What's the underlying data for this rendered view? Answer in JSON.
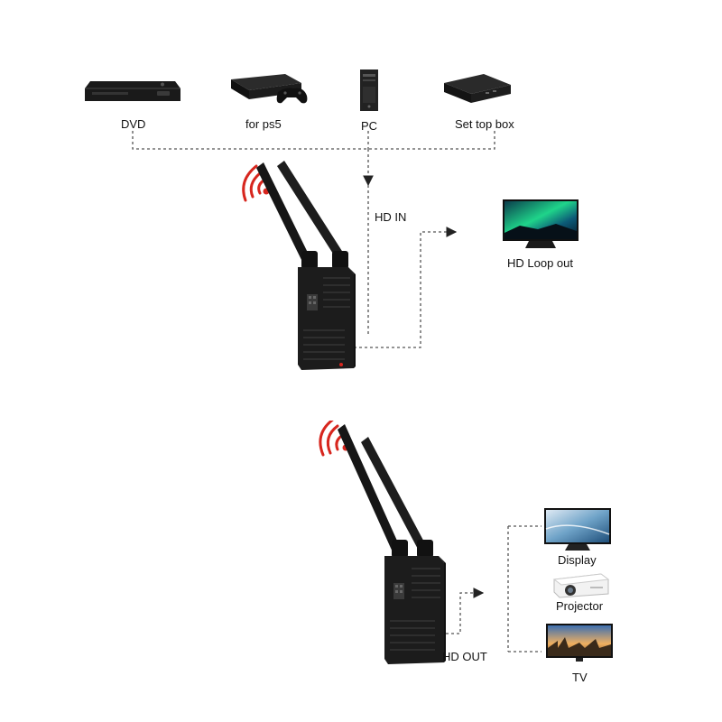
{
  "sources": [
    {
      "id": "dvd",
      "label": "DVD",
      "icon": "dvd-player-icon"
    },
    {
      "id": "ps5",
      "label": "for ps5",
      "icon": "game-console-icon"
    },
    {
      "id": "pc",
      "label": "PC",
      "icon": "pc-tower-icon"
    },
    {
      "id": "stb",
      "label": "Set top box",
      "icon": "set-top-box-icon"
    }
  ],
  "transmitter": {
    "input_label": "HD IN",
    "loop_label": "HD Loop out",
    "loop_device_icon": "monitor-aurora-icon"
  },
  "receiver": {
    "output_label": "HD OUT"
  },
  "outputs": [
    {
      "id": "display",
      "label": "Display",
      "icon": "display-monitor-icon"
    },
    {
      "id": "projector",
      "label": "Projector",
      "icon": "projector-icon"
    },
    {
      "id": "tv",
      "label": "TV",
      "icon": "tv-icon"
    }
  ],
  "colors": {
    "signal_red": "#d7261e",
    "device_black": "#1c1c1c",
    "wire_gray": "#555555"
  }
}
